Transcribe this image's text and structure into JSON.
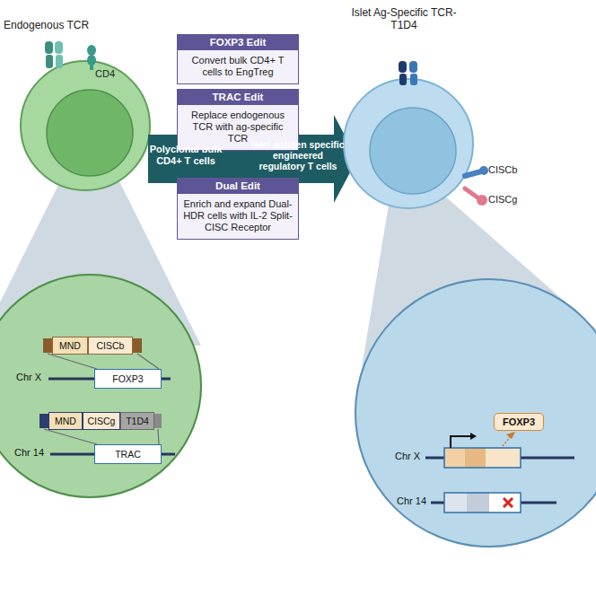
{
  "diagram": {
    "nodes": [
      {
        "text": [
          "Chr X",
          "Chr 14"
        ]
      },
      {
        "text": [
          "MND"
        ],
        "in": 0
      },
      {
        "text": [
          "CISCb"
        ],
        "in": 0
      },
      {
        "text": [
          "FOXP3"
        ],
        "in": 0
      },
      {
        "text": [
          "MND"
        ],
        "in": 0
      },
      {
        "text": [
          "CISCg"
        ],
        "in": 0
      },
      {
        "text": [
          "T1D4"
        ],
        "in": 0
      },
      {
        "text": [
          "TRAC"
        ],
        "in": 0
      },
      {
        "text": [
          "FOXP3 Edit",
          "Convert bulk CD4+ T cells to EngTreg"
        ]
      },
      {
        "text": [
          "TRAC Edit",
          "Replace endogenous TCR with ag-specific TCR"
        ]
      },
      {
        "text": [
          "Dual Edit",
          "Enrich and expand Dual-HDR cells with IL-2 Split-CISC Receptor"
        ]
      },
      {
        "text": [
          "Chr X",
          "Chr 14"
        ]
      },
      {
        "text": [
          "FOXP3"
        ],
        "in": 11
      }
    ],
    "labels": [
      "Endogenous TCR",
      "CD4",
      "Polyclonal bulk CD4+ T cells",
      "Islet antigen specific engineered regulatory T cells",
      "Islet Ag-Specific TCR-T1D4",
      "CISCb",
      "CISCg"
    ]
  }
}
